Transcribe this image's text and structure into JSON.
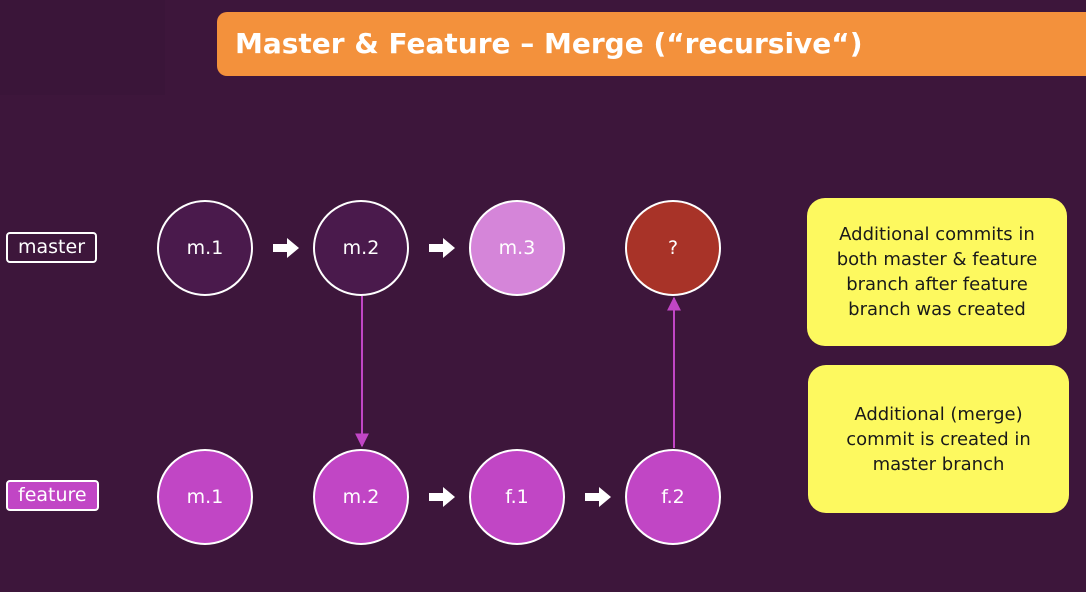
{
  "title": "Master & Feature – Merge (“recursive“)",
  "branches": {
    "master": "master",
    "feature": "feature"
  },
  "master_row": [
    "m.1",
    "m.2",
    "m.3",
    "?"
  ],
  "feature_row": [
    "m.1",
    "m.2",
    "f.1",
    "f.2"
  ],
  "notes": {
    "note1": "Additional commits in both master & feature branch after feature branch was created",
    "note2": "Additional (merge) commit is created in master branch"
  },
  "colors": {
    "background": "#3d163b",
    "title_bar": "#f3913c",
    "master_commit": "#4a1a4c",
    "master_new_commit": "#d585d9",
    "merge_commit": "#a83328",
    "feature_commit": "#c146c5",
    "note": "#fdf95f"
  },
  "icons": [
    "right-arrow-icon"
  ]
}
